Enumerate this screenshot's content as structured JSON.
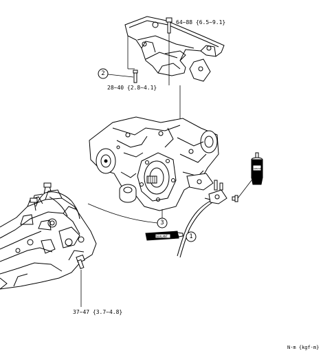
{
  "torque": {
    "top_bolt": "64~88 {6.5~9.1}",
    "bolt_2": "28~40 {2.8~4.1}",
    "bottom_bolt": "37~47 {3.7~4.8}"
  },
  "callouts": {
    "c1": "1",
    "c2": "2",
    "c3": "3"
  },
  "labels": {
    "sealant": "SEALANT",
    "grease": "GREASE",
    "units": "N·m {kgf·m}"
  }
}
